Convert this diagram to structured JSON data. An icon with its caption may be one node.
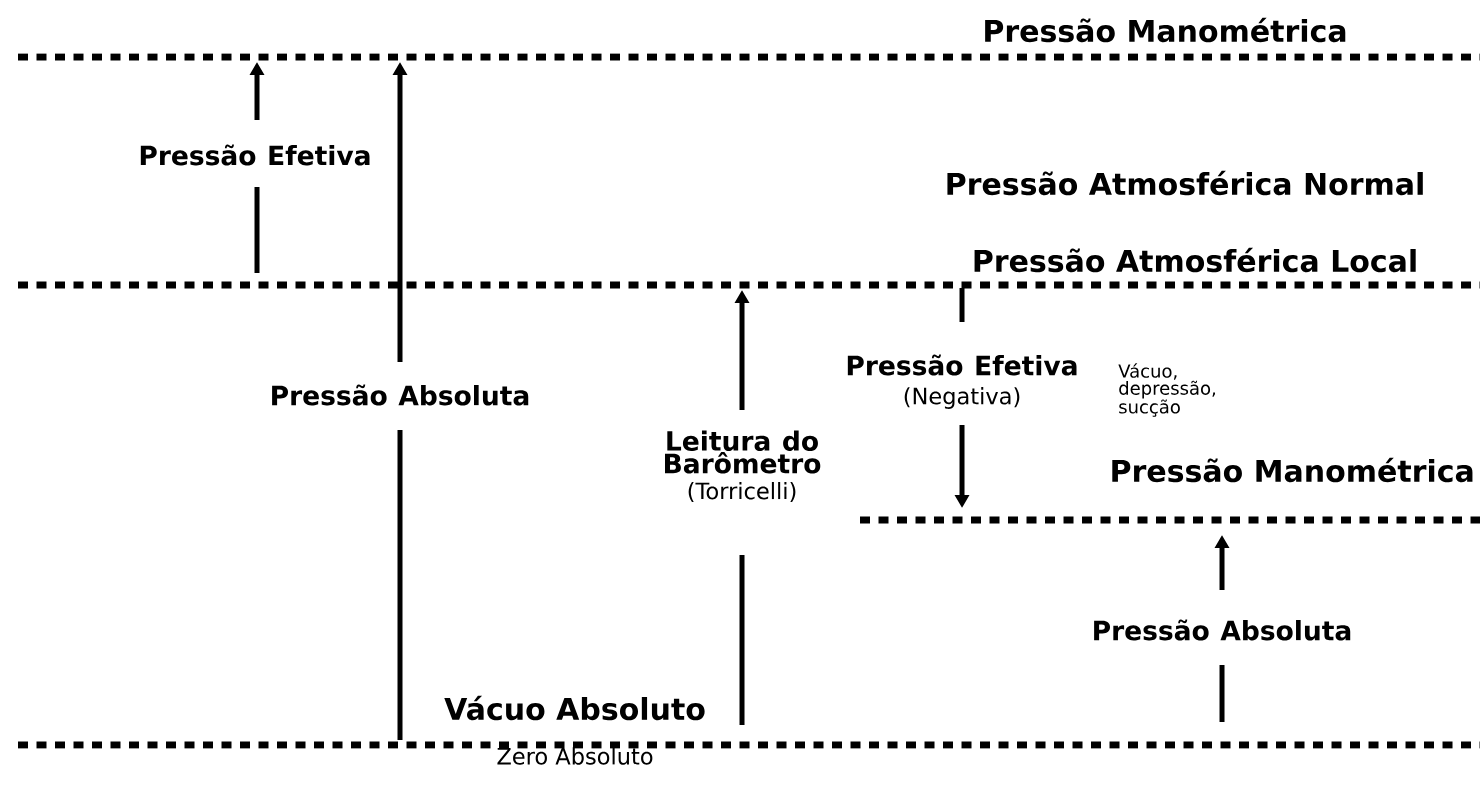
{
  "diagram": {
    "labels": [
      "Pressão Manométrica",
      "Pressão Efetiva",
      "Pressão Atmosférica Normal",
      "Pressão Atmosférica Local",
      "Pressão Absoluta",
      "Pressão Efetiva",
      "(Negativa)",
      "Vácuo, depressão, sucção",
      "Leitura do Barômetro",
      "(Torricelli)",
      "Pressão Manométrica",
      "Pressão Absoluta",
      "Vácuo Absoluto",
      "Zero Absoluto"
    ]
  }
}
